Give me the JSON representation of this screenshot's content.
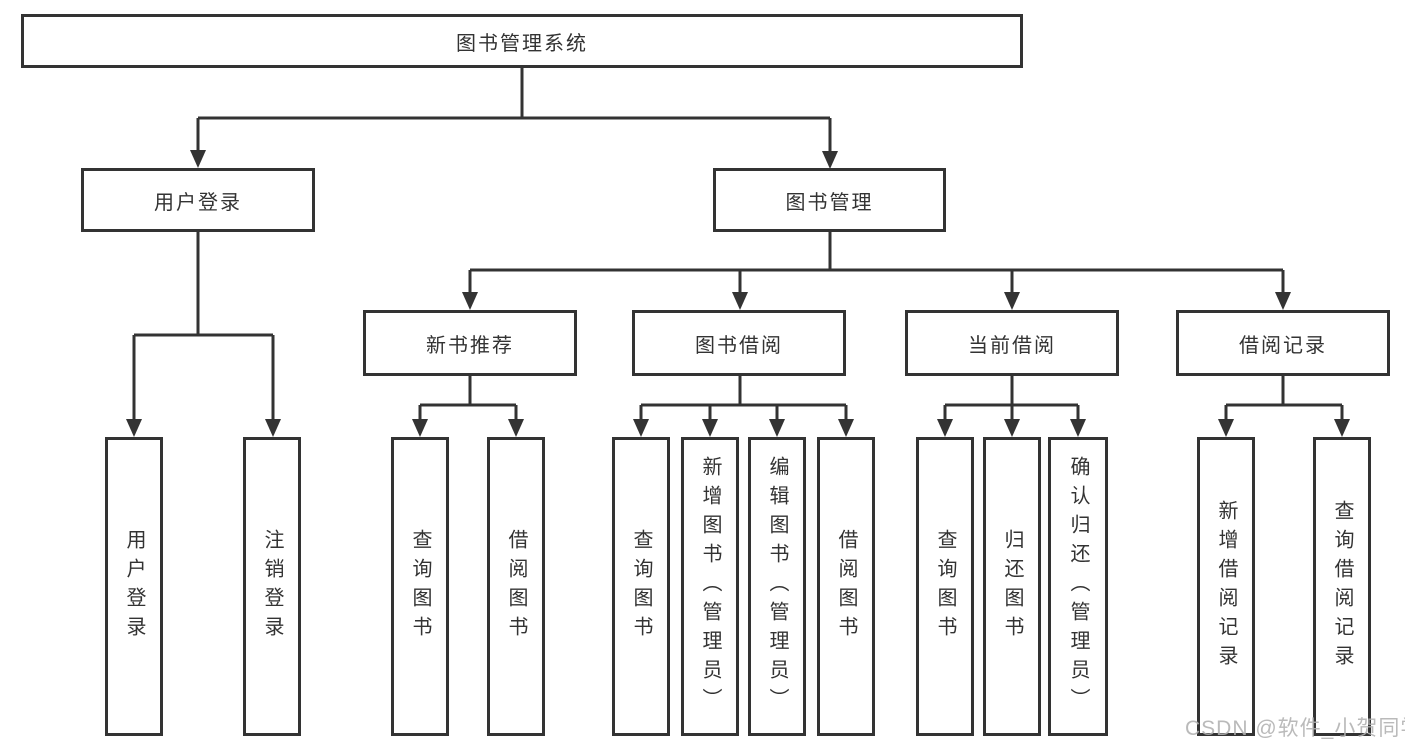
{
  "diagram_title": "图书管理系统",
  "colors": {
    "line": "#333333",
    "box_border": "#333333",
    "text": "#333333",
    "watermark": "#b1b1b1",
    "background": "#ffffff"
  },
  "root": {
    "label": "图书管理系统"
  },
  "branches": {
    "user_login": {
      "label": "用户登录",
      "children": [
        "用户登录",
        "注销登录"
      ]
    },
    "book_management": {
      "label": "图书管理",
      "sections": [
        {
          "label": "新书推荐",
          "children": [
            "查询图书",
            "借阅图书"
          ]
        },
        {
          "label": "图书借阅",
          "children": [
            "查询图书",
            "新增图书（管理员）",
            "编辑图书（管理员）",
            "借阅图书"
          ]
        },
        {
          "label": "当前借阅",
          "children": [
            "查询图书",
            "归还图书",
            "确认归还（管理员）"
          ]
        },
        {
          "label": "借阅记录",
          "children": [
            "新增借阅记录",
            "查询借阅记录"
          ]
        }
      ]
    }
  },
  "watermark": {
    "text": "CSDN @软件_小贺同学"
  }
}
